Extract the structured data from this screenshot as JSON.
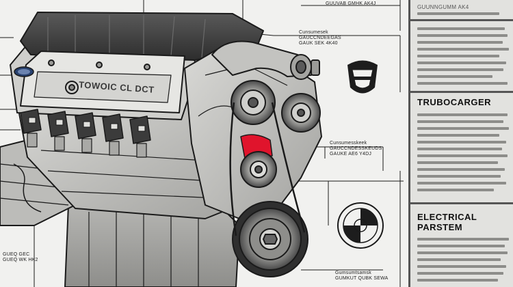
{
  "engine_badge": "TOWOIC CL DCT",
  "callouts": {
    "top_right": [
      "GUUVAB GMHK AK4J"
    ],
    "upper_mid": [
      "Cunsumesek",
      "GAUCCNDEEGAS",
      "GAUK SEK 4K40"
    ],
    "mid_right": [
      "Cunsumesskeek",
      "GAUCCNDESSKEUDS",
      "GAUKE AE6 Y4DJ"
    ],
    "bottom_left": [
      "GUEQ GEC",
      "GUEQ WK HK2"
    ],
    "bottom_mid": [
      "Gumsumtsamsk",
      "GUMKUT QUBK SEWA"
    ]
  },
  "panel": {
    "top_text": "GUUNNGUMM AK4",
    "section1_title": "TRUBOCARGER",
    "section2_title": "ELECTRICAL\nPARSTEM"
  },
  "icons": [
    "shield-cup-icon",
    "round-emblem-icon"
  ],
  "colors": {
    "line": "#1a1a1a",
    "engine_light": "#cdcdca",
    "engine_mid": "#a9a9a6",
    "engine_dark": "#3d3d3d",
    "highlight": "#e0142c",
    "panel_bg": "#e2e2df"
  }
}
